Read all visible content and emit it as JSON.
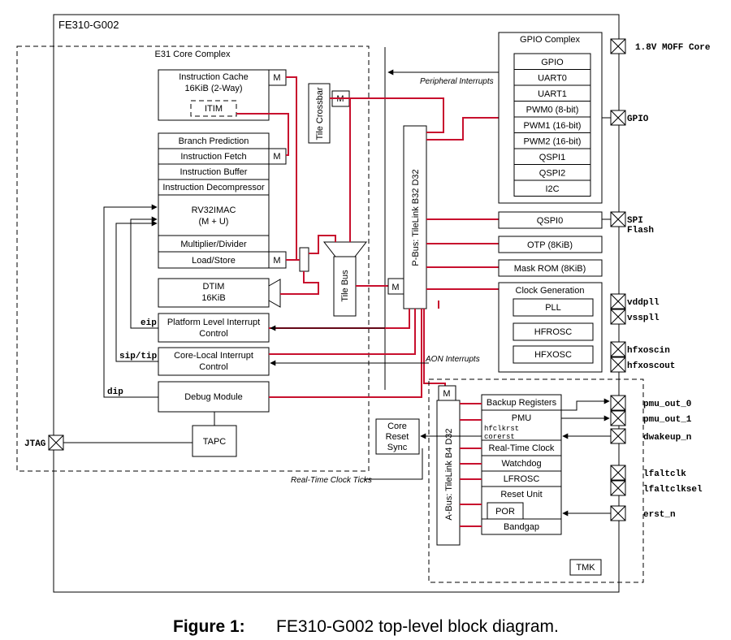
{
  "chip_title": "FE310-G002",
  "core": {
    "complex_title": "E31 Core Complex",
    "icache": [
      "Instruction Cache",
      "16KiB (2-Way)"
    ],
    "itim": "ITIM",
    "crossbar": "Tile Crossbar",
    "pipeline": [
      "Branch Prediction",
      "Instruction Fetch",
      "Instruction Buffer",
      "Instruction Decompressor"
    ],
    "rv32": [
      "RV32IMAC",
      "(M + U)"
    ],
    "mul_div": "Multiplier/Divider",
    "load_store": "Load/Store",
    "dtim": [
      "DTIM",
      "16KiB"
    ],
    "tile_bus": "Tile Bus",
    "plic": [
      "Platform Level Interrupt",
      "Control"
    ],
    "clint": [
      "Core-Local Interrupt",
      "Control"
    ],
    "debug": "Debug Module",
    "tapc": "TAPC",
    "master": "M"
  },
  "signals": {
    "eip": "eip",
    "sip_tip": "sip/tip",
    "dip": "dip",
    "jtag": "JTAG",
    "peripheral_interrupts": "Peripheral Interrupts",
    "aon_interrupts": "AON Interrupts",
    "rtc_ticks": "Real-Time Clock Ticks"
  },
  "pbus": "P-Bus: TileLink B32 D32",
  "abus": "A-Bus: TileLink B4 D32",
  "gpio_complex": {
    "title": "GPIO Complex",
    "items": [
      "GPIO",
      "UART0",
      "UART1",
      "PWM0 (8-bit)",
      "PWM1 (16-bit)",
      "PWM2 (16-bit)",
      "QSPI1",
      "QSPI2",
      "I2C"
    ]
  },
  "periph": {
    "qspi0": "QSPI0",
    "otp": "OTP (8KiB)",
    "mask_rom": "Mask ROM (8KiB)"
  },
  "clock_gen": {
    "title": "Clock Generation",
    "items": [
      "PLL",
      "HFROSC",
      "HFXOSC"
    ]
  },
  "aon": {
    "items": [
      "Backup Registers",
      "PMU",
      "Real-Time Clock",
      "Watchdog",
      "LFROSC",
      "Reset Unit",
      "Bandgap"
    ],
    "pmu_sub": [
      "hfclkrst",
      "corerst"
    ],
    "por": "POR",
    "tmk": "TMK",
    "core_reset_sync": [
      "Core",
      "Reset",
      "Sync"
    ]
  },
  "pins": {
    "moff": "1.8V MOFF Core",
    "gpio": "GPIO",
    "spi_flash": [
      "SPI",
      "Flash"
    ],
    "vddpll": "vddpll",
    "vsspll": "vsspll",
    "hfxoscin": "hfxoscin",
    "hfxoscout": "hfxoscout",
    "pmu_out_0": "pmu_out_0",
    "pmu_out_1": "pmu_out_1",
    "dwakeup_n": "dwakeup_n",
    "lfaltclk": "lfaltclk",
    "lfaltclksel": "lfaltclksel",
    "erst_n": "erst_n"
  },
  "caption": {
    "label": "Figure 1:",
    "text": "FE310-G002 top-level block diagram."
  }
}
